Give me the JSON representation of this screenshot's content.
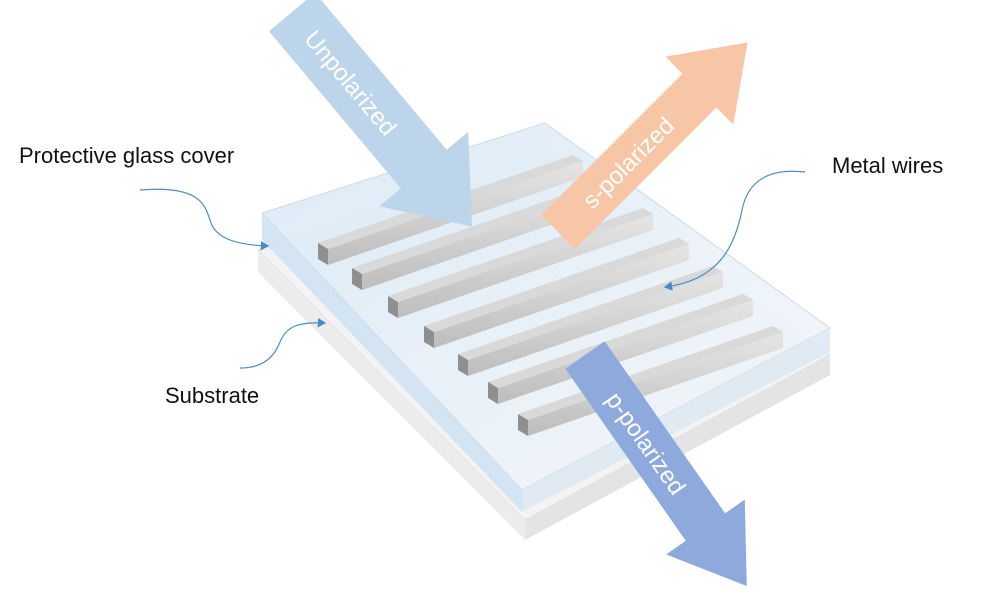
{
  "labels": {
    "glass": "Protective glass cover",
    "wires": "Metal wires",
    "substrate": "Substrate"
  },
  "arrows": {
    "unpolarized": {
      "text": "Unpolarized",
      "color": "#bcd5ea"
    },
    "s_polarized": {
      "text": "s-polarized",
      "color": "#f7c6a6"
    },
    "p_polarized": {
      "text": "p-polarized",
      "color": "#8eaadc"
    }
  },
  "colors": {
    "callout": "#4a8cc8",
    "glass": "#cfe3f3",
    "wire": "#c8c8c8"
  }
}
